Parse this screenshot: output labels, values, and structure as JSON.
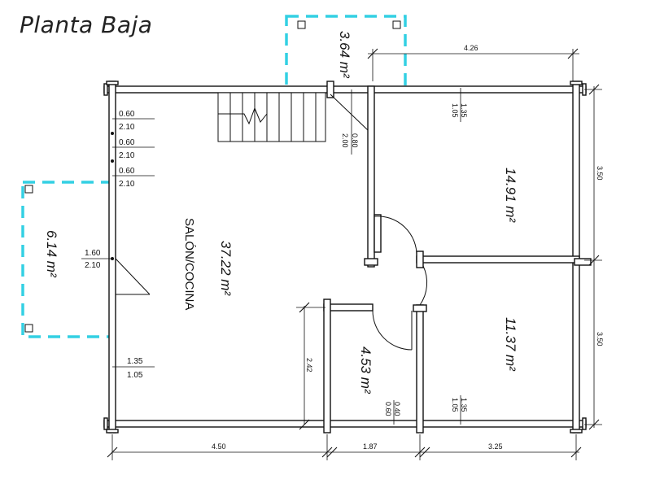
{
  "title": "Planta Baja",
  "rooms": {
    "salon_label": "SALÓN/COCINA",
    "salon_area": "37.22 m²",
    "room1_area": "14.91 m²",
    "room2_area": "11.37 m²",
    "bath_area": "4.53 m²",
    "terrace_top_area": "3.64 m²",
    "terrace_left_area": "6.14 m²"
  },
  "dimensions": {
    "top_right": "4.26",
    "right_upper": "3.50",
    "right_lower": "3.50",
    "bottom_left": "4.50",
    "bottom_mid": "1.87",
    "bottom_right": "3.25",
    "bath_height": "2.42"
  },
  "openings": {
    "w1_width": "0.60",
    "w1_height": "2.10",
    "w2_width": "0.60",
    "w2_height": "2.10",
    "w3_width": "0.60",
    "w3_height": "2.10",
    "door_width": "1.60",
    "door_height": "2.10",
    "w4_width": "1.35",
    "w4_height": "1.05",
    "top_door_width": "0.80",
    "top_door_height": "2.00",
    "r1_window_width": "1.35",
    "r1_window_height": "1.05",
    "r2_window_width": "1.35",
    "r2_window_height": "1.05",
    "bath_window_width": "0.40",
    "bath_window_height": "0.60"
  }
}
